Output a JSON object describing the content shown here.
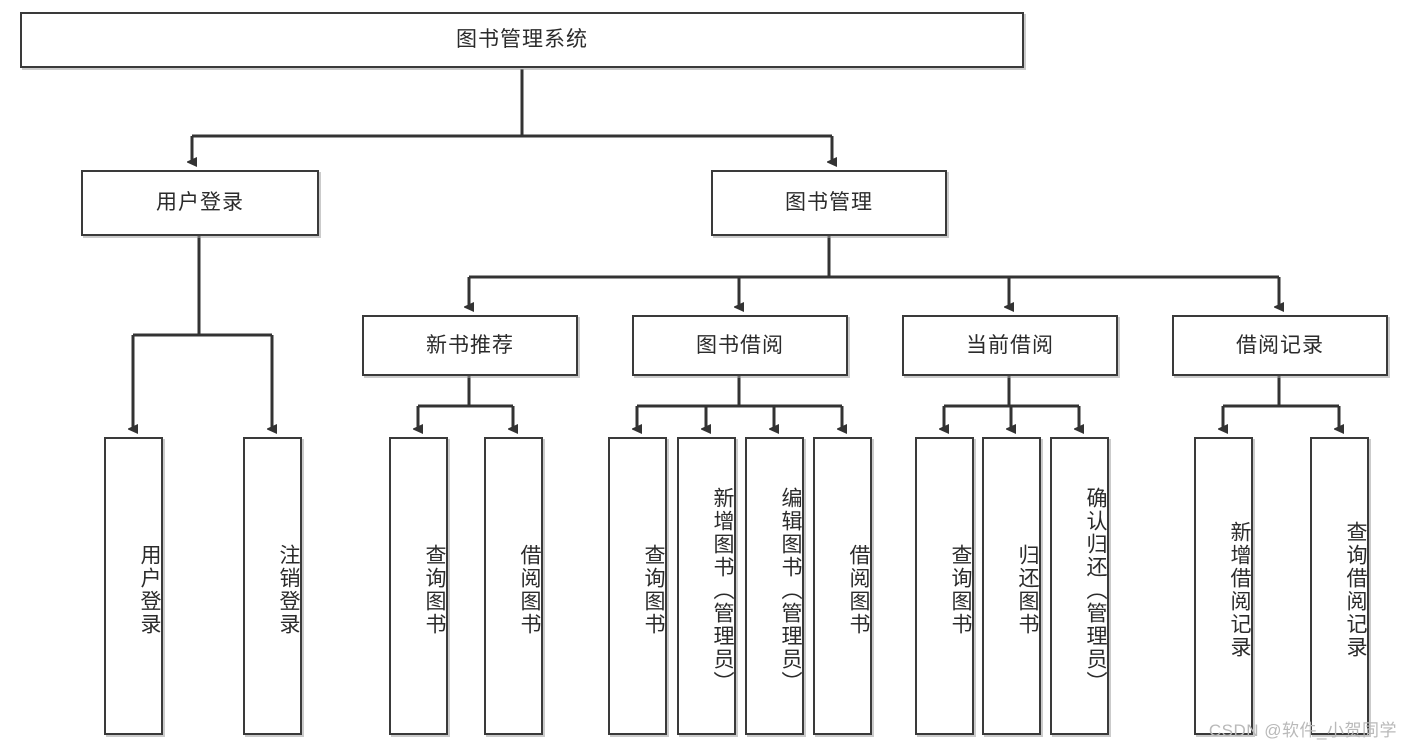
{
  "diagram": {
    "title": "图书管理系统",
    "type": "tree-hierarchy",
    "watermark": "CSDN @软件_小贺同学",
    "colors": {
      "box_border": "#3a3a3a",
      "box_fill": "#ffffff",
      "edge": "#333333",
      "text": "#2b2b2b",
      "watermark": "#b9b9b9"
    },
    "nodes": {
      "root": {
        "label": "图书管理系统"
      },
      "level1": [
        {
          "id": "user-login",
          "label": "用户登录"
        },
        {
          "id": "book-manage",
          "label": "图书管理"
        }
      ],
      "level2": [
        {
          "id": "new-book-recommend",
          "label": "新书推荐"
        },
        {
          "id": "book-borrow",
          "label": "图书借阅"
        },
        {
          "id": "current-borrow",
          "label": "当前借阅"
        },
        {
          "id": "borrow-record",
          "label": "借阅记录"
        }
      ],
      "leaves": {
        "user-login": [
          {
            "id": "leaf-user-login",
            "label": "用户登录"
          },
          {
            "id": "leaf-logout-login",
            "label": "注销登录"
          }
        ],
        "new-book-recommend": [
          {
            "id": "leaf-query-book-1",
            "label": "查询图书"
          },
          {
            "id": "leaf-borrow-book-1",
            "label": "借阅图书"
          }
        ],
        "book-borrow": [
          {
            "id": "leaf-query-book-2",
            "label": "查询图书"
          },
          {
            "id": "leaf-add-book",
            "label": "新增图书（管理员）"
          },
          {
            "id": "leaf-edit-book",
            "label": "编辑图书（管理员）"
          },
          {
            "id": "leaf-borrow-book-2",
            "label": "借阅图书"
          }
        ],
        "current-borrow": [
          {
            "id": "leaf-query-book-3",
            "label": "查询图书"
          },
          {
            "id": "leaf-return-book",
            "label": "归还图书"
          },
          {
            "id": "leaf-confirm-return",
            "label": "确认归还（管理员）"
          }
        ],
        "borrow-record": [
          {
            "id": "leaf-add-record",
            "label": "新增借阅记录"
          },
          {
            "id": "leaf-query-record",
            "label": "查询借阅记录"
          }
        ]
      }
    }
  }
}
